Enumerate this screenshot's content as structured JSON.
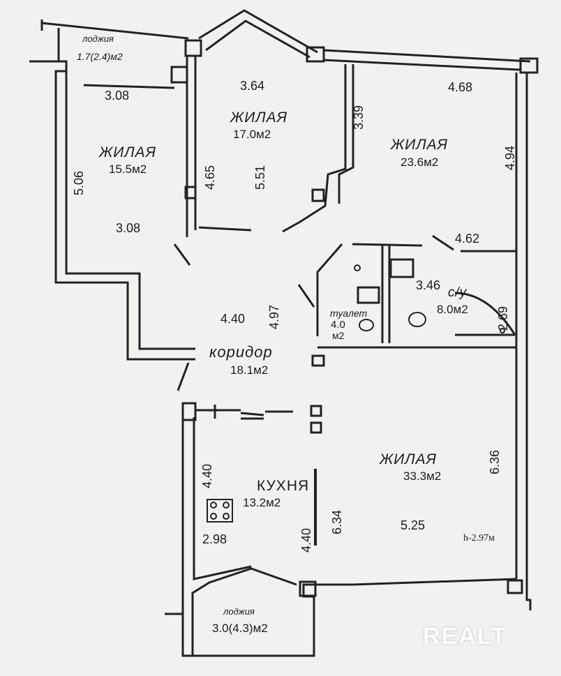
{
  "rooms": {
    "loggia_top": {
      "name": "лоджия",
      "area": "1.7(2.4)м2"
    },
    "living_left": {
      "name": "ЖИЛАЯ",
      "area": "15.5м2"
    },
    "living_center": {
      "name": "ЖИЛАЯ",
      "area": "17.0м2"
    },
    "living_right": {
      "name": "ЖИЛАЯ",
      "area": "23.6м2"
    },
    "bathroom": {
      "name": "с/у",
      "area": "8.0м2"
    },
    "toilet": {
      "name": "туалет",
      "area_num": "4.0",
      "area_unit": "м2"
    },
    "corridor": {
      "name": "коридор",
      "area": "18.1м2"
    },
    "kitchen": {
      "name": "КУХНЯ",
      "area": "13.2м2"
    },
    "living_big": {
      "name": "ЖИЛАЯ",
      "area": "33.3м2"
    },
    "loggia_bottom": {
      "name": "лоджия",
      "area": "3.0(4.3)м2"
    }
  },
  "dimensions": {
    "d_308_top": "3.08",
    "d_364": "3.64",
    "d_468": "4.68",
    "d_339": "3.39",
    "d_494": "4.94",
    "d_506": "5.06",
    "d_465": "4.65",
    "d_551": "5.51",
    "d_308_bottom": "3.08",
    "d_462": "4.62",
    "d_346": "3.46",
    "d_269": "2.69",
    "d_440_corridor": "4.40",
    "d_497": "4.97",
    "d_440_kitchen_v": "4.40",
    "d_298": "2.98",
    "d_440_kitchen_wall": "4.40",
    "d_634": "6.34",
    "d_525": "5.25",
    "d_636": "6.36"
  },
  "ceiling_height": "h-2.97м",
  "watermark": "REALT"
}
